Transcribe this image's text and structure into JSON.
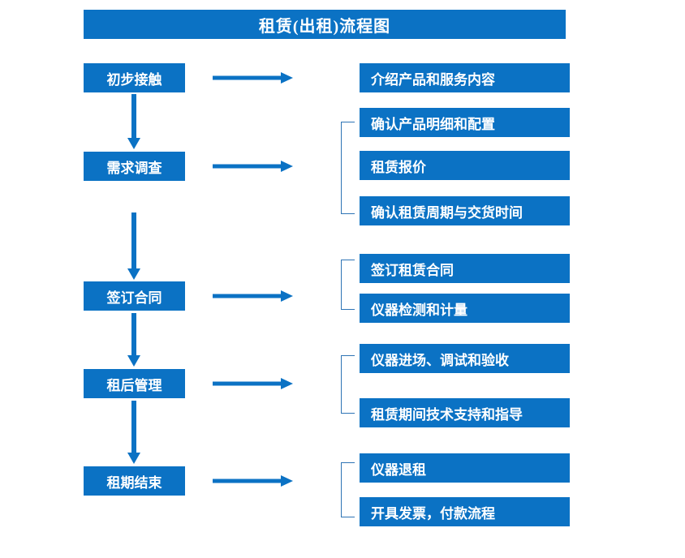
{
  "chart_title": "租赁(出租)流程图",
  "theme": {
    "box_fill": "#0B72C4",
    "box_text": "#FFFFFF",
    "arrow_color": "#0B72C4",
    "bracket_color": "#2E74B5",
    "background": "#FFFFFF"
  },
  "diagram": {
    "type": "flowchart",
    "title": "租赁(出租)流程图",
    "stages": [
      {
        "id": "stage-1",
        "label": "初步接触",
        "details": [
          "介绍产品和服务内容"
        ]
      },
      {
        "id": "stage-2",
        "label": "需求调查",
        "details": [
          "确认产品明细和配置",
          "租赁报价",
          "确认租赁周期与交货时间"
        ]
      },
      {
        "id": "stage-3",
        "label": "签订合同",
        "details": [
          "签订租赁合同",
          "仪器检测和计量"
        ]
      },
      {
        "id": "stage-4",
        "label": "租后管理",
        "details": [
          "仪器进场、调试和验收",
          "租赁期间技术支持和指导"
        ]
      },
      {
        "id": "stage-5",
        "label": "租期结束",
        "details": [
          "仪器退租",
          "开具发票，付款流程"
        ]
      }
    ]
  },
  "nodes": {
    "left": [
      {
        "text": "初步接触"
      },
      {
        "text": "需求调查"
      },
      {
        "text": "签订合同"
      },
      {
        "text": "租后管理"
      },
      {
        "text": "租期结束"
      }
    ],
    "right": [
      {
        "text": "介绍产品和服务内容"
      },
      {
        "text": "确认产品明细和配置"
      },
      {
        "text": "租赁报价"
      },
      {
        "text": "确认租赁周期与交货时间"
      },
      {
        "text": "签订租赁合同"
      },
      {
        "text": "仪器检测和计量"
      },
      {
        "text": "仪器进场、调试和验收"
      },
      {
        "text": "租赁期间技术支持和指导"
      },
      {
        "text": "仪器退租"
      },
      {
        "text": "开具发票，付款流程"
      }
    ]
  }
}
